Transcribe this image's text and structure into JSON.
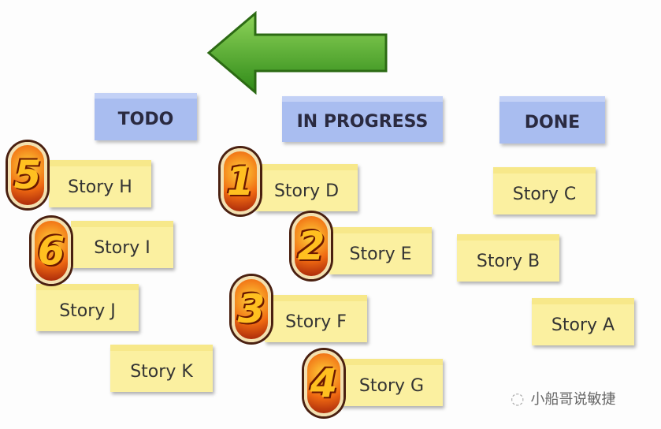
{
  "columns": {
    "todo": "TODO",
    "in_progress": "IN PROGRESS",
    "done": "DONE"
  },
  "stories": {
    "h": "Story H",
    "i": "Story I",
    "j": "Story J",
    "k": "Story K",
    "d": "Story D",
    "e": "Story E",
    "f": "Story F",
    "g": "Story G",
    "c": "Story C",
    "b": "Story B",
    "a": "Story A"
  },
  "badges": {
    "d": "1",
    "e": "2",
    "f": "3",
    "g": "4",
    "h": "5",
    "i": "6"
  },
  "watermark": "小船哥说敏捷",
  "colors": {
    "arrow": "#4ea326",
    "header": "#a9bdf0",
    "sticky": "#fbf0a0"
  }
}
